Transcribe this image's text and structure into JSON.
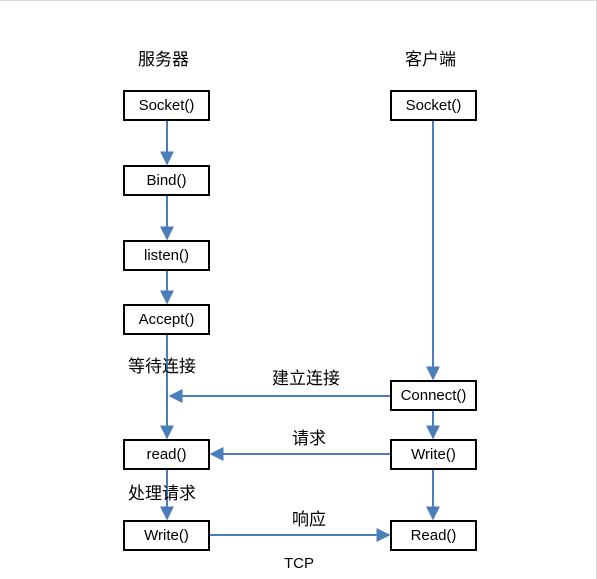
{
  "columns": {
    "server_title": "服务器",
    "client_title": "客户端"
  },
  "server": {
    "socket": "Socket()",
    "bind": "Bind()",
    "listen": "listen()",
    "accept": "Accept()",
    "read": "read()",
    "write": "Write()"
  },
  "client": {
    "socket": "Socket()",
    "connect": "Connect()",
    "write": "Write()",
    "read": "Read()"
  },
  "annotations": {
    "waiting": "等待连接",
    "establish": "建立连接",
    "request": "请求",
    "process": "处理请求",
    "response": "响应"
  },
  "caption": "TCP",
  "colors": {
    "arrow": "#4a7ebb",
    "box_border": "#000000"
  }
}
